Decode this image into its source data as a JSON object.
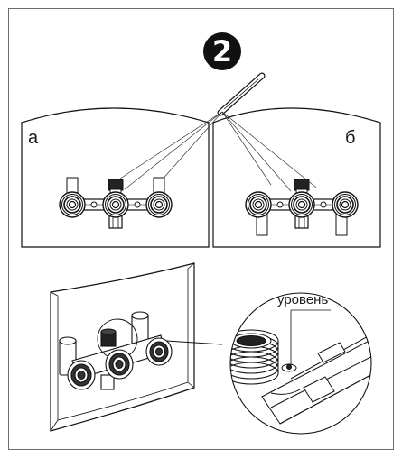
{
  "step": {
    "number": "2"
  },
  "panels": {
    "a": {
      "label": "а"
    },
    "b": {
      "label": "б"
    }
  },
  "detail": {
    "level_label": "уровень"
  },
  "colors": {
    "line": "#1a1a1a",
    "frame": "#6b6b6b",
    "fill": "#ffffff"
  }
}
